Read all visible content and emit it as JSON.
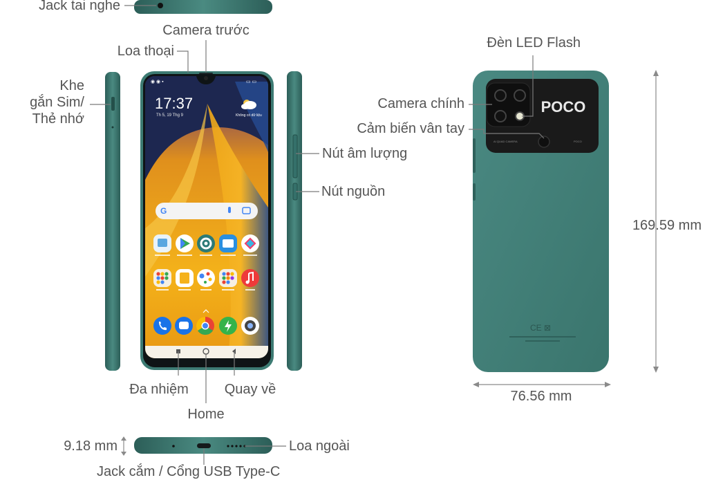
{
  "colors": {
    "body": "#3e7a72",
    "body_dark": "#2f615b",
    "label": "#555555",
    "leader": "#7a7a7a",
    "wallpaper_orange": "#f2a614"
  },
  "labels": {
    "headphone_jack": "Jack tai nghe",
    "front_camera": "Camera trước",
    "earpiece": "Loa thoại",
    "sim_slot": "Khe\ngắn Sim/\nThẻ nhớ",
    "volume_button": "Nút âm lượng",
    "power_button": "Nút nguồn",
    "multitask": "Đa nhiệm",
    "home": "Home",
    "back": "Quay về",
    "led_flash": "Đèn LED Flash",
    "main_camera": "Camera chính",
    "fingerprint": "Cảm biến vân tay",
    "loudspeaker": "Loa ngoài",
    "usb_port": "Jack cắm / Cổng USB Type-C"
  },
  "dimensions": {
    "height": "169.59 mm",
    "width": "76.56 mm",
    "thickness": "9.18 mm"
  },
  "phone_screen": {
    "time": "17:37",
    "date": "Th 5, 19 Thg 9",
    "weather_note": "Không có dữ liệu",
    "search_logo": "G"
  },
  "back_panel": {
    "brand": "POCO",
    "camera_text": "AI QUAD CAMERA",
    "camera_text_right": "POCO",
    "certification": "CE ⊠"
  },
  "icons": {
    "app_row_1": [
      "gallery-icon",
      "play-store-icon",
      "settings-icon",
      "file-manager-icon",
      "theme-icon"
    ],
    "app_row_2": [
      "google-folder-icon",
      "notes-icon",
      "assistant-icon",
      "tools-folder-icon",
      "music-icon"
    ],
    "dock": [
      "phone-icon",
      "messages-icon",
      "chrome-icon",
      "security-icon",
      "camera-app-icon"
    ]
  }
}
